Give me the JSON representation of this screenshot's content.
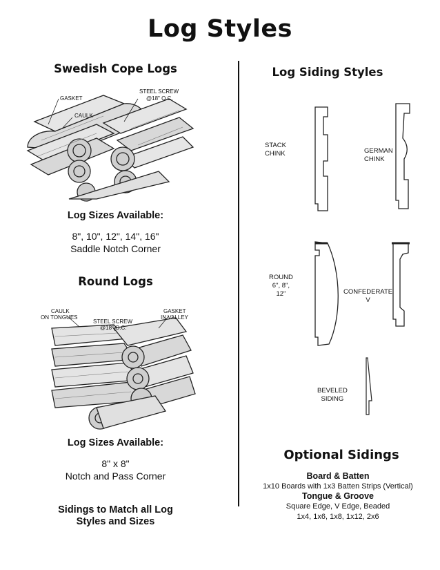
{
  "title": "Log Styles",
  "left": {
    "swedish": {
      "heading": "Swedish Cope Logs",
      "labels": {
        "gasket": "GASKET",
        "caulk": "CAULK",
        "screw": "STEEL SCREW",
        "screw_spacing": "@18\" O.C."
      },
      "sizes_heading": "Log Sizes Available:",
      "sizes": "8\", 10\", 12\", 14\", 16\"",
      "corner": "Saddle Notch Corner"
    },
    "round": {
      "heading": "Round Logs",
      "labels": {
        "caulk": "CAULK",
        "caulk2": "ON TONGUES",
        "screw": "STEEL SCREW",
        "screw_spacing": "@18\" O.C.",
        "gasket": "GASKET",
        "gasket2": "IN VALLEY"
      },
      "sizes_heading": "Log Sizes Available:",
      "sizes": "8\" x 8\"",
      "corner": "Notch and Pass Corner"
    },
    "note_line1": "Sidings to Match all Log",
    "note_line2": "Styles and Sizes"
  },
  "right": {
    "siding_heading": "Log Siding Styles",
    "profiles": {
      "stack_chink": [
        "STACK",
        "CHINK"
      ],
      "german_chink": [
        "GERMAN",
        "CHINK"
      ],
      "round": [
        "ROUND",
        "6\", 8\",",
        "12\""
      ],
      "confederate": [
        "CONFEDERATE",
        "V"
      ],
      "beveled": [
        "BEVELED",
        "SIDING"
      ]
    },
    "optional_heading": "Optional Sidings",
    "board_batten_title": "Board & Batten",
    "board_batten_desc": "1x10 Boards with 1x3 Batten Strips (Vertical)",
    "tongue_groove_title": "Tongue & Groove",
    "tongue_groove_desc": "Square Edge, V Edge, Beaded",
    "tongue_groove_sizes": "1x4, 1x6, 1x8, 1x12, 2x6"
  }
}
